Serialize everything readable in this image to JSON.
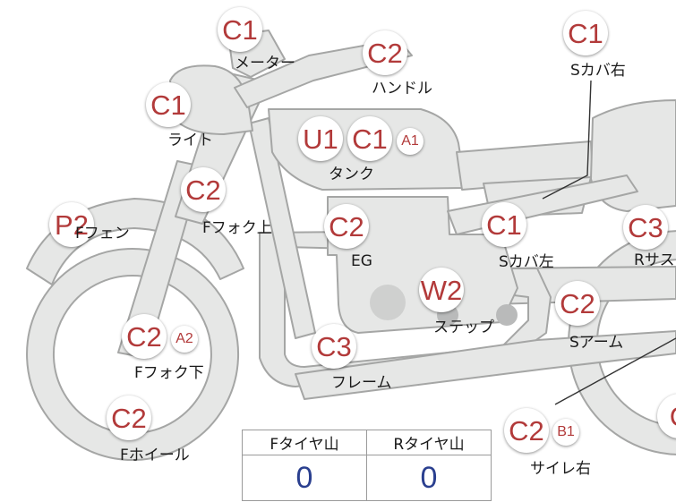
{
  "parts": [
    {
      "id": "meter",
      "codes": [
        "C1"
      ],
      "label": "メーター"
    },
    {
      "id": "handle",
      "codes": [
        "C2"
      ],
      "label": "ハンドル"
    },
    {
      "id": "scover-right",
      "codes": [
        "C1"
      ],
      "label": "Sカバ右"
    },
    {
      "id": "light",
      "codes": [
        "C1"
      ],
      "label": "ライト"
    },
    {
      "id": "tank",
      "codes": [
        "U1",
        "C1",
        "A1"
      ],
      "label": "タンク"
    },
    {
      "id": "ffork-upper",
      "codes": [
        "C2"
      ],
      "label": "Fフォク上"
    },
    {
      "id": "ffender",
      "codes": [
        "P2"
      ],
      "label": "Fフェン"
    },
    {
      "id": "engine",
      "codes": [
        "C2"
      ],
      "label": "EG"
    },
    {
      "id": "scover-left",
      "codes": [
        "C1"
      ],
      "label": "Sカバ左"
    },
    {
      "id": "rsus",
      "codes": [
        "C3"
      ],
      "label": "Rサス"
    },
    {
      "id": "step",
      "codes": [
        "W2"
      ],
      "label": "ステップ"
    },
    {
      "id": "sarm",
      "codes": [
        "C2"
      ],
      "label": "Sアーム"
    },
    {
      "id": "ffork-lower",
      "codes": [
        "C2",
        "A2"
      ],
      "label": "Fフォク下"
    },
    {
      "id": "frame",
      "codes": [
        "C3"
      ],
      "label": "フレーム"
    },
    {
      "id": "fwheel",
      "codes": [
        "C2"
      ],
      "label": "Fホイール"
    },
    {
      "id": "silencer-right",
      "codes": [
        "C2",
        "B1"
      ],
      "label": "サイレ右"
    },
    {
      "id": "rwheel-partial",
      "codes": [
        "C"
      ],
      "label": ""
    }
  ],
  "tire_table": {
    "headers": [
      "Fタイヤ山",
      "Rタイヤ山"
    ],
    "values": [
      "0",
      "0"
    ]
  },
  "colors": {
    "code_text": "#b23a3a",
    "body_fill": "#e6e7e6",
    "body_stroke": "#a5a6a5",
    "value_text": "#2a3f8f"
  }
}
